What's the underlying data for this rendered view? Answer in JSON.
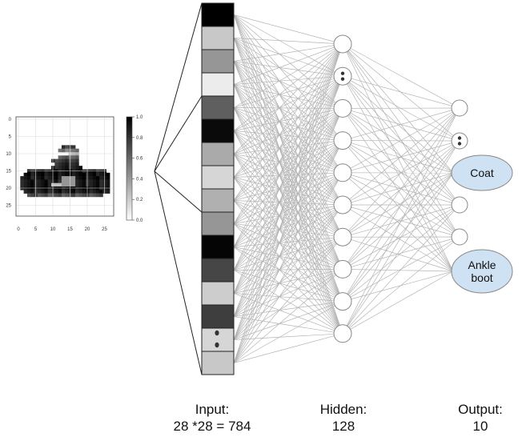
{
  "image_panel": {
    "y_ticks": [
      "0",
      "5",
      "10",
      "15",
      "20",
      "25"
    ],
    "x_ticks": [
      "0",
      "5",
      "10",
      "15",
      "20",
      "25"
    ],
    "colorbar_ticks": [
      "1.0",
      "0.8",
      "0.6",
      "0.4",
      "0.2",
      "0.0"
    ]
  },
  "input_layer": {
    "cell_gray": [
      0,
      200,
      150,
      236,
      95,
      10,
      170,
      214,
      176,
      150,
      5,
      70,
      205,
      62,
      214,
      200
    ],
    "ellipsis_index": 14
  },
  "hidden_layer": {
    "node_count": 10,
    "ellipsis_index": 1
  },
  "output_layer": {
    "nodes": [
      {
        "kind": "small"
      },
      {
        "kind": "ellipsis"
      },
      {
        "kind": "labeled",
        "label": "Coat"
      },
      {
        "kind": "small"
      },
      {
        "kind": "small"
      },
      {
        "kind": "labeled",
        "label": "Ankle boot"
      }
    ],
    "labeled_fill": "#cfe2f3"
  },
  "labels": {
    "input_title": "Input:",
    "input_value": "28 *28 = 784",
    "hidden_title": "Hidden:",
    "hidden_value": "128",
    "output_title": "Output:",
    "output_value": "10"
  },
  "colors": {
    "edge": "#b4b4b4",
    "node_stroke": "#888888",
    "fan": "#222222"
  }
}
